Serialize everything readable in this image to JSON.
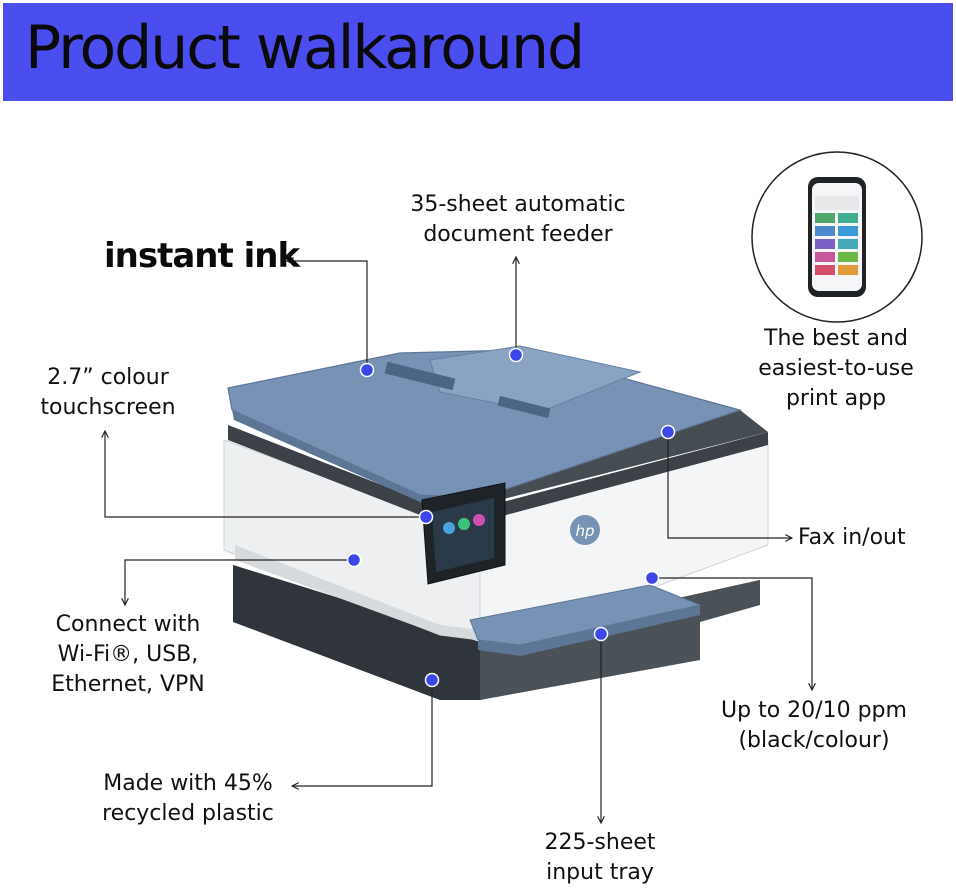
{
  "header": {
    "title": "Product walkaround"
  },
  "brand": {
    "logo_text": "instant ink"
  },
  "features": {
    "adf": "35-sheet automatic\ndocument feeder",
    "touchscreen": "2.7” colour\ntouchscreen",
    "app": "The best and\neasiest-to-use\nprint app",
    "fax": "Fax in/out",
    "connectivity": "Connect with\nWi-Fi®, USB,\nEthernet, VPN",
    "speed": "Up to 20/10 ppm\n(black/colour)",
    "recycled": "Made with 45%\nrecycled plastic",
    "tray": "225-sheet\ninput tray"
  },
  "colors": {
    "banner": "#4a4eef",
    "callout_dot": "#3d46e6",
    "printer_lid": "#7792b4",
    "printer_body": "#f1f2f3",
    "printer_base": "#3c4348"
  },
  "printer": {
    "logo": "hp"
  }
}
